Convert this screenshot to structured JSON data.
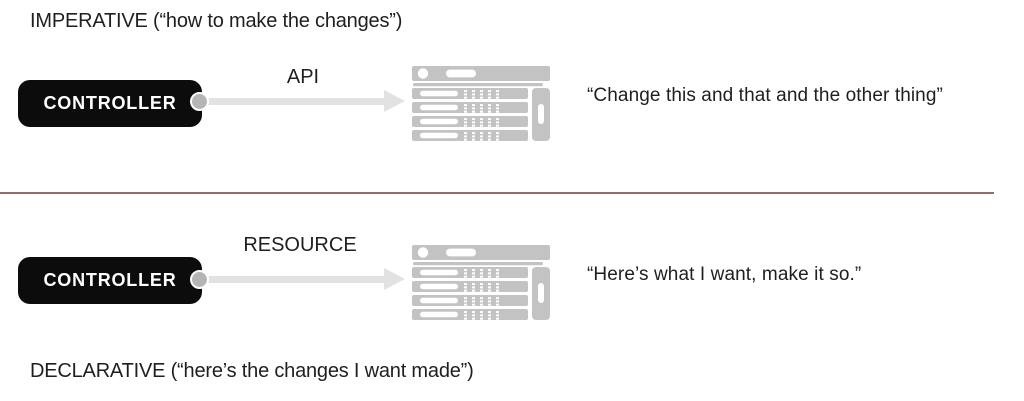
{
  "colors": {
    "background": "#ffffff",
    "text": "#1f1f1f",
    "controller_bg": "#0c0c0c",
    "controller_text": "#ffffff",
    "arrow": "#e2e2e2",
    "connector_dot": "#b5b5b5",
    "server_gray": "#c3c3c3",
    "divider": "#966a6c"
  },
  "icons": {
    "server": "server-rack-icon",
    "connector": "connector-dot",
    "arrow": "right-arrow"
  },
  "sections": {
    "imperative": {
      "title": "IMPERATIVE (“how to make the changes”)",
      "controller_label": "CONTROLLER",
      "arrow_label": "API",
      "quote": "“Change this and that and the other thing”"
    },
    "declarative": {
      "title": "DECLARATIVE (“here’s the changes I want made”)",
      "controller_label": "CONTROLLER",
      "arrow_label": "RESOURCE",
      "quote": "“Here’s what I want, make it so.”"
    }
  }
}
